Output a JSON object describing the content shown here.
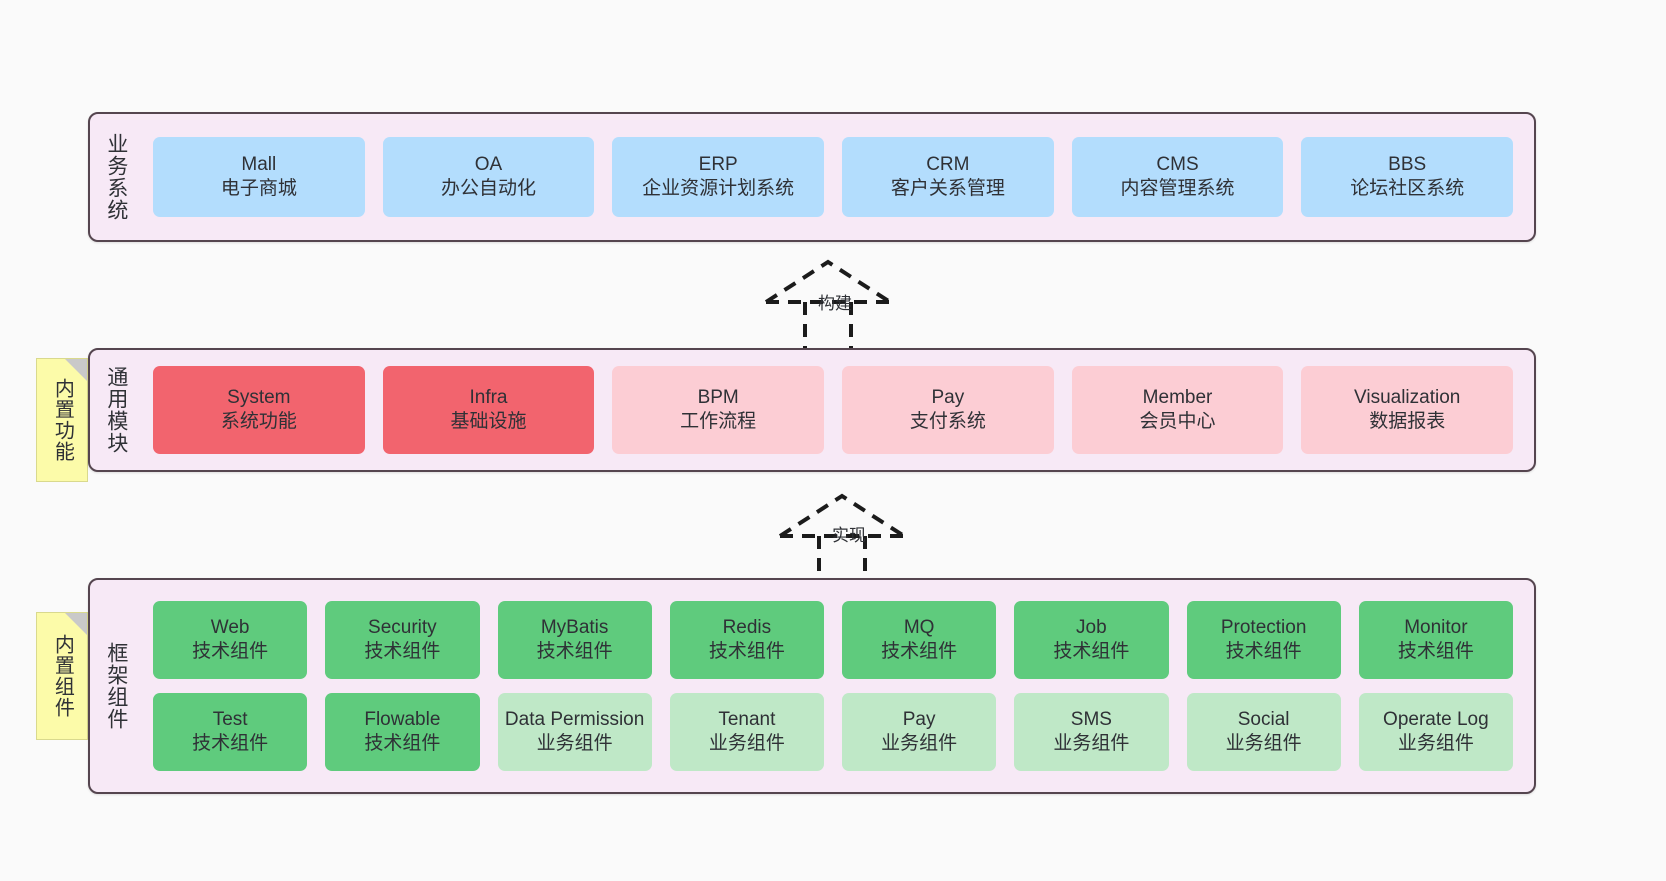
{
  "diagram": {
    "title": "",
    "colors": {
      "layer_bg": "#f7e9f6",
      "layer_border": "#55454f",
      "blue": "#b3ddfd",
      "red": "#f2646e",
      "pink": "#fccdd4",
      "green": "#5fcb7d",
      "light_green": "#bfe8c7",
      "note_yellow": "#fcfba9",
      "note_fold": "#c9c9c9",
      "canvas": "#fafafa"
    }
  },
  "layers": [
    {
      "id": "business-systems",
      "label": "业务系统",
      "nodes": [
        {
          "name": "Mall",
          "desc": "电子商城",
          "style": "blue"
        },
        {
          "name": "OA",
          "desc": "办公自动化",
          "style": "blue"
        },
        {
          "name": "ERP",
          "desc": "企业资源计划系统",
          "style": "blue"
        },
        {
          "name": "CRM",
          "desc": "客户关系管理",
          "style": "blue"
        },
        {
          "name": "CMS",
          "desc": "内容管理系统",
          "style": "blue"
        },
        {
          "name": "BBS",
          "desc": "论坛社区系统",
          "style": "blue"
        }
      ]
    },
    {
      "id": "common-modules",
      "label": "通用模块",
      "note": "内置功能",
      "nodes": [
        {
          "name": "System",
          "desc": "系统功能",
          "style": "red"
        },
        {
          "name": "Infra",
          "desc": "基础设施",
          "style": "red"
        },
        {
          "name": "BPM",
          "desc": "工作流程",
          "style": "pink"
        },
        {
          "name": "Pay",
          "desc": "支付系统",
          "style": "pink"
        },
        {
          "name": "Member",
          "desc": "会员中心",
          "style": "pink"
        },
        {
          "name": "Visualization",
          "desc": "数据报表",
          "style": "pink"
        }
      ]
    },
    {
      "id": "framework-components",
      "label": "框架组件",
      "note": "内置组件",
      "row1": [
        {
          "name": "Web",
          "desc": "技术组件",
          "style": "green"
        },
        {
          "name": "Security",
          "desc": "技术组件",
          "style": "green"
        },
        {
          "name": "MyBatis",
          "desc": "技术组件",
          "style": "green"
        },
        {
          "name": "Redis",
          "desc": "技术组件",
          "style": "green"
        },
        {
          "name": "MQ",
          "desc": "技术组件",
          "style": "green"
        },
        {
          "name": "Job",
          "desc": "技术组件",
          "style": "green"
        },
        {
          "name": "Protection",
          "desc": "技术组件",
          "style": "green"
        },
        {
          "name": "Monitor",
          "desc": "技术组件",
          "style": "green"
        }
      ],
      "row2": [
        {
          "name": "Test",
          "desc": "技术组件",
          "style": "green"
        },
        {
          "name": "Flowable",
          "desc": "技术组件",
          "style": "green"
        },
        {
          "name": "Data Permission",
          "desc": "业务组件",
          "style": "light_green"
        },
        {
          "name": "Tenant",
          "desc": "业务组件",
          "style": "light_green"
        },
        {
          "name": "Pay",
          "desc": "业务组件",
          "style": "light_green"
        },
        {
          "name": "SMS",
          "desc": "业务组件",
          "style": "light_green"
        },
        {
          "name": "Social",
          "desc": "业务组件",
          "style": "light_green"
        },
        {
          "name": "Operate Log",
          "desc": "业务组件",
          "style": "light_green"
        }
      ]
    }
  ],
  "connectors": [
    {
      "id": "build",
      "label": "构建",
      "from": "common-modules",
      "to": "business-systems",
      "style": "dashed-generalization"
    },
    {
      "id": "implement",
      "label": "实现",
      "from": "framework-components",
      "to": "common-modules",
      "style": "dashed-generalization"
    }
  ]
}
